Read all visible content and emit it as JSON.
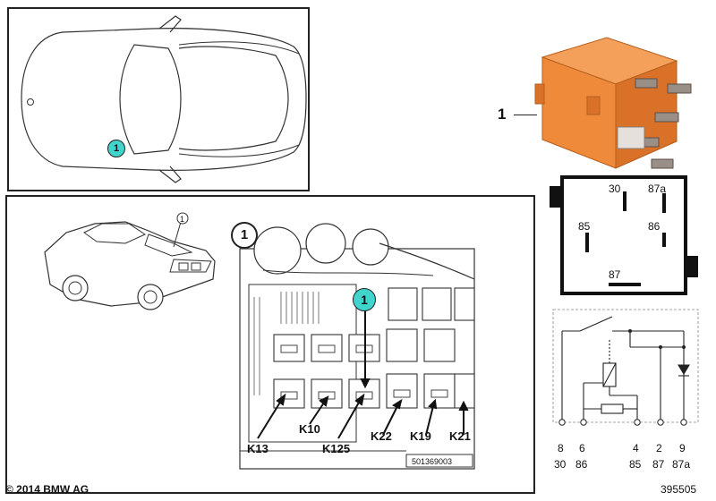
{
  "copyright": "© 2014 BMW AG",
  "diagram_number": "395505",
  "callout_number": "1",
  "relay_label": "1",
  "inset_code": "501369003",
  "relay_labels": [
    "K13",
    "K10",
    "K125",
    "K22",
    "K19",
    "K21"
  ],
  "pinout_terminals": [
    "30",
    "87a",
    "85",
    "86",
    "87"
  ],
  "schematic_pins": [
    {
      "num": "8",
      "term": "30"
    },
    {
      "num": "6",
      "term": "86"
    },
    {
      "num": "4",
      "term": "85"
    },
    {
      "num": "2",
      "term": "87"
    },
    {
      "num": "9",
      "term": "87a"
    }
  ],
  "colors": {
    "callout_fill": "#3fd5cc",
    "relay_orange": "#ee8a3a",
    "relay_dark": "#b65f1d"
  }
}
